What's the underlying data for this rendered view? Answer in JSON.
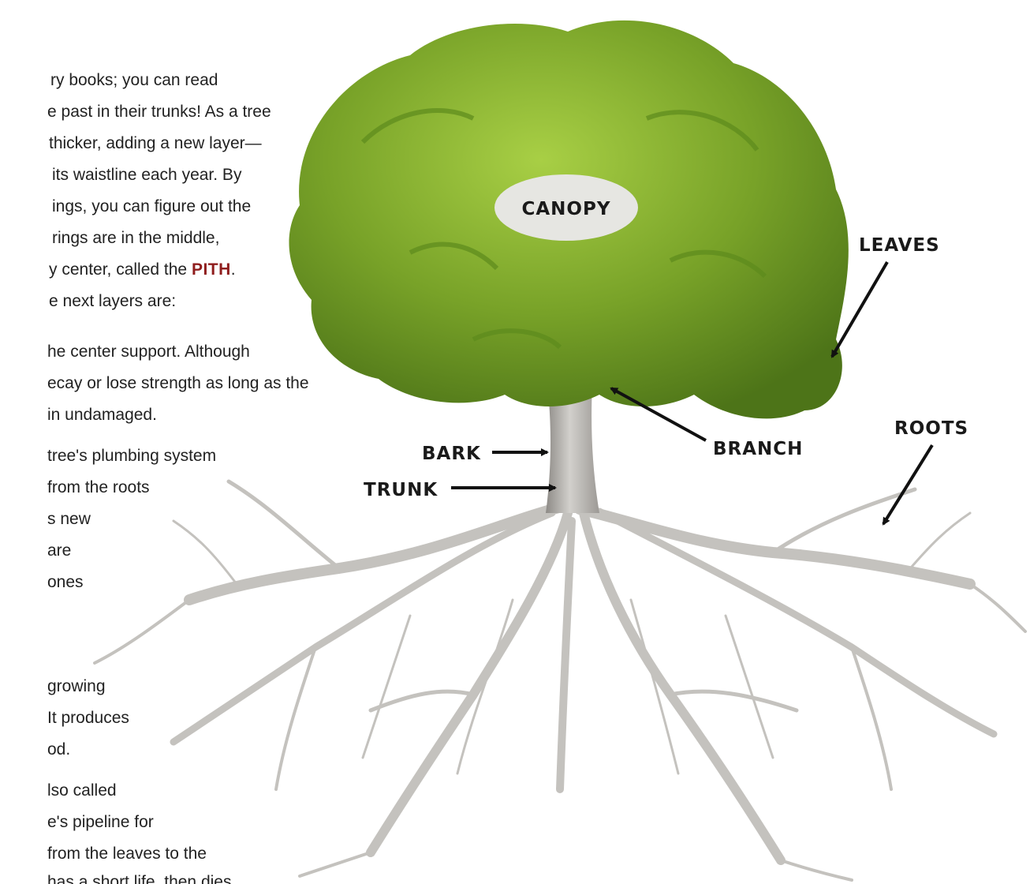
{
  "text_lines": [
    "ry books; you can read",
    "e past in their trunks! As a tree",
    "thicker, adding a new layer—",
    " its waistline each year. By",
    "ings, you can figure out the",
    " rings are in the middle,",
    "y center, called the ",
    "e next layers are:",
    "he center support. Although",
    "ecay or lose strength as long as the",
    "in undamaged.",
    "tree's plumbing system",
    "from the roots",
    "s new",
    "are",
    "ones",
    "growing",
    "It produces",
    "od.",
    "lso called",
    "e's pipeline for",
    "from the leaves to the",
    "has a short life, then dies"
  ],
  "pith_term": "PITH",
  "pith_suffix": ".",
  "labels": {
    "canopy": "CANOPY",
    "leaves": "LEAVES",
    "branch": "BRANCH",
    "bark": "BARK",
    "trunk": "TRUNK",
    "roots": "ROOTS"
  },
  "colors": {
    "canopy_dark": "#4f7a1a",
    "canopy_mid": "#6f9a22",
    "canopy_light": "#9cc43a",
    "trunk": "#b8b6b2",
    "roots": "#c9c7c3",
    "pith_accent": "#8f1d1d",
    "label_bubble": "#e6e6e2"
  }
}
